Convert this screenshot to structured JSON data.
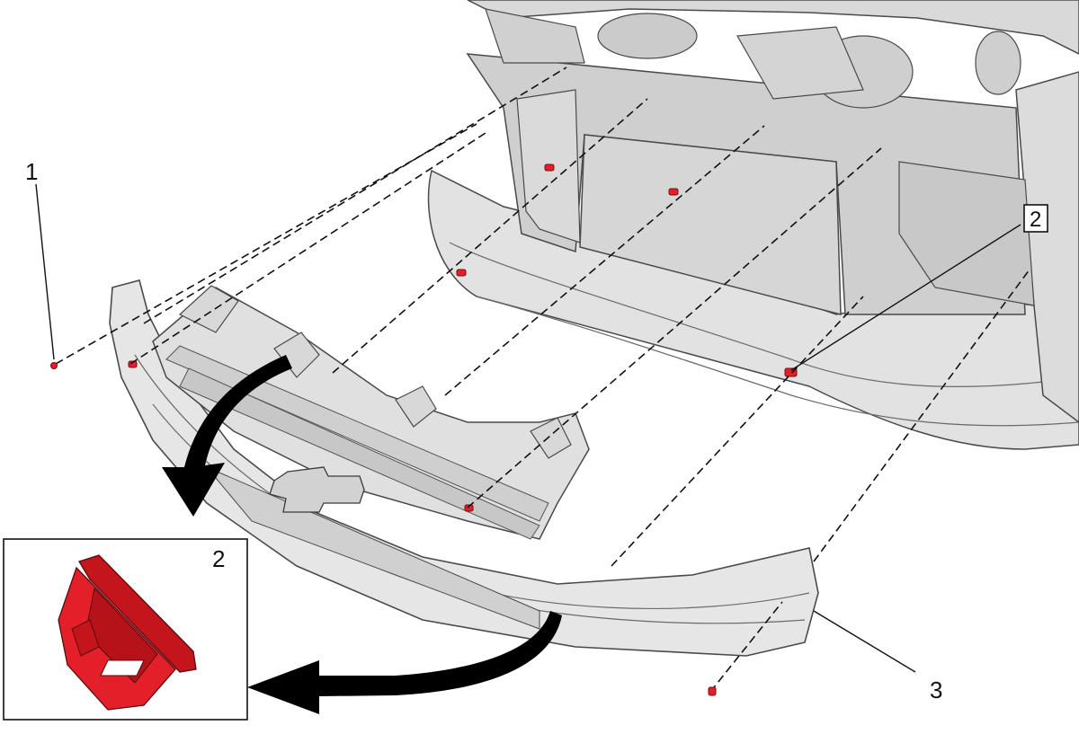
{
  "callouts": {
    "fastener": "1",
    "retainer_box": "2",
    "retainer_inset": "2",
    "fascia": "3"
  },
  "colors": {
    "part_fill": "#e6e6e6",
    "part_stroke": "#4a4a4a",
    "highlight_red": "#e3202a",
    "arrow": "#000000"
  },
  "icons": {
    "removal_arrow": "curved-arrow",
    "retainer_clip": "red-push-clip"
  }
}
